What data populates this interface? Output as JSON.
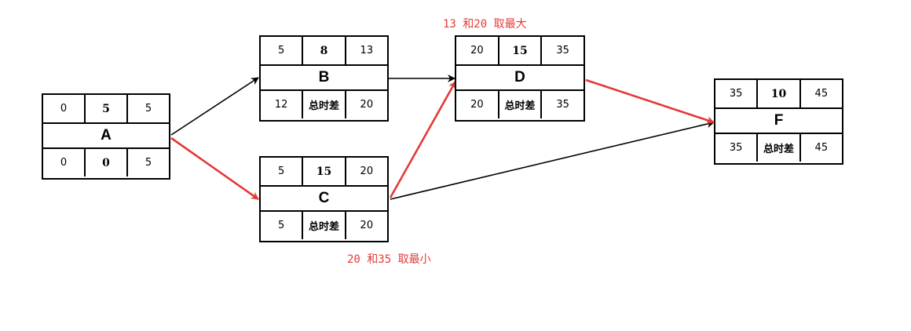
{
  "colors": {
    "critical": "#e53935",
    "normal": "#000000"
  },
  "nodes": {
    "A": {
      "name": "A",
      "es": "0",
      "dur": "5",
      "ef": "5",
      "ls": "0",
      "tf": "0",
      "lf": "5"
    },
    "B": {
      "name": "B",
      "es": "5",
      "dur": "8",
      "ef": "13",
      "ls": "12",
      "tf": "总时差",
      "lf": "20"
    },
    "C": {
      "name": "C",
      "es": "5",
      "dur": "15",
      "ef": "20",
      "ls": "5",
      "tf": "总时差",
      "lf": "20"
    },
    "D": {
      "name": "D",
      "es": "20",
      "dur": "15",
      "ef": "35",
      "ls": "20",
      "tf": "总时差",
      "lf": "35"
    },
    "F": {
      "name": "F",
      "es": "35",
      "dur": "10",
      "ef": "45",
      "ls": "35",
      "tf": "总时差",
      "lf": "45"
    }
  },
  "edges": [
    {
      "from": "A",
      "to": "B",
      "critical": false
    },
    {
      "from": "A",
      "to": "C",
      "critical": true
    },
    {
      "from": "B",
      "to": "D",
      "critical": false
    },
    {
      "from": "C",
      "to": "D",
      "critical": true
    },
    {
      "from": "C",
      "to": "F",
      "critical": false
    },
    {
      "from": "D",
      "to": "F",
      "critical": true
    }
  ],
  "annotations": {
    "max_note": "13 和20 取最大",
    "min_note": "20 和35 取最小"
  }
}
